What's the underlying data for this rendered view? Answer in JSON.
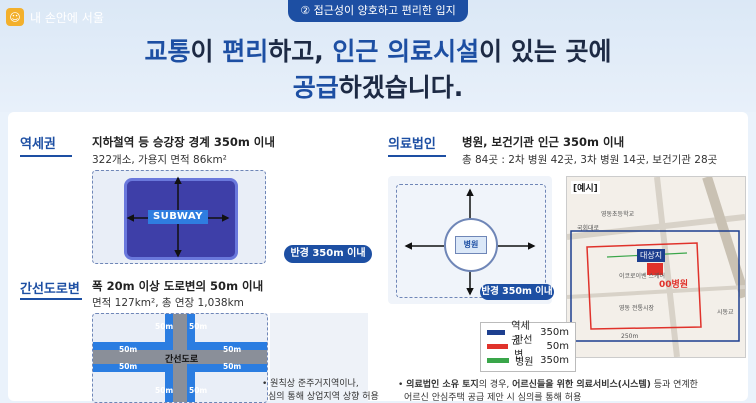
{
  "brand": {
    "logo_text": "내 손안에 서울",
    "logo_icon": "seoul-logo-icon"
  },
  "header": {
    "subtitle": "② 접근성이 양호하고 편리한 입지",
    "line1_a": "교통",
    "line1_b": "이 ",
    "line1_c": "편리",
    "line1_d": "하고, ",
    "line1_e": "인근 의료시설",
    "line1_f": "이 있는 곳에",
    "line2_a": "공급",
    "line2_b": "하겠습니다."
  },
  "left": {
    "station": {
      "label": "역세권",
      "title": "지하철역 등 승강장 경계 350m 이내",
      "desc": "322개소, 가용지 면적 86km²",
      "subway_label": "SUBWAY"
    },
    "radius_badge": "반경 350m 이내",
    "arterial": {
      "label": "간선도로변",
      "title": "폭 20m 이상 도로변의 50m 이내",
      "desc": "면적 127km², 총 연장 1,038km",
      "road_label": "간선도로",
      "dist_label": "50m",
      "note1": "원칙상 준주거지역이나,",
      "note2": "심의 통해 상업지역 상향 허용"
    }
  },
  "right": {
    "medical": {
      "label": "의료법인",
      "title": "병원, 보건기관 인근 350m 이내",
      "desc": "총 84곳 : 2차 병원 42곳, 3차 병원 14곳, 보건기관 28곳",
      "hospital_label": "병원",
      "radius_badge": "반경 350m 이내"
    },
    "map": {
      "example_label": "[예시]",
      "target_label": "대상지",
      "hospital_label": "00병원",
      "places": [
        "영동초등학교",
        "국회대로",
        "이코로이벤 스케어",
        "영동 전통시장",
        "시동교",
        "250m"
      ]
    },
    "legend": [
      {
        "label": "역세권",
        "value": "350m",
        "color": "#1d3f8f"
      },
      {
        "label": "간선변",
        "value": "50m",
        "color": "#e0322b"
      },
      {
        "label": "병원",
        "value": "350m",
        "color": "#3aa64a"
      }
    ],
    "bottom_note_a": "의료법인 소유 토지",
    "bottom_note_b": "의 경우, ",
    "bottom_note_c": "어르신들을 위한 의료서비스(시스템)",
    "bottom_note_d": " 등과 연계한",
    "bottom_note_e": "어르신 안심주택 공급 제안 시 심의를 통해 허용"
  }
}
